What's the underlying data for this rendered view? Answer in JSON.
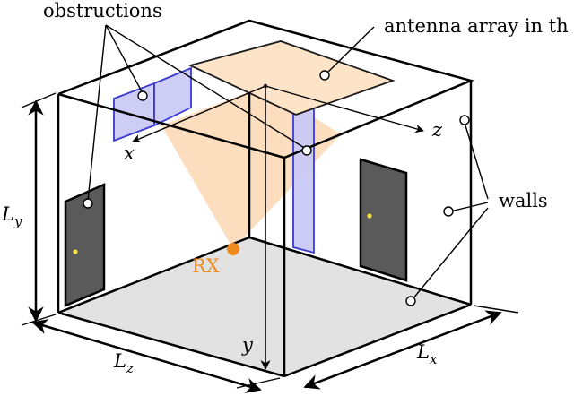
{
  "labels": {
    "obstructions": "obstructions",
    "antenna": "antenna array in th",
    "walls": "walls",
    "rx": "RX"
  },
  "axes": {
    "x": "x",
    "y": "y",
    "z": "z"
  },
  "dimensions": {
    "lx_main": "L",
    "lx_sub": "x",
    "ly_main": "L",
    "ly_sub": "y",
    "lz_main": "L",
    "lz_sub": "z"
  },
  "colors": {
    "antenna_fill": "#fde3c8",
    "antenna_stroke": "#1a1a1a",
    "beam": "#fcd7b1",
    "obstruction_fill": "#c9c8f4",
    "obstruction_stroke": "#3a3ad0",
    "floor": "#e2e2e2",
    "door": "#5a5a5a",
    "door_knob": "#f5e33a",
    "rx": "#f08a1c"
  }
}
